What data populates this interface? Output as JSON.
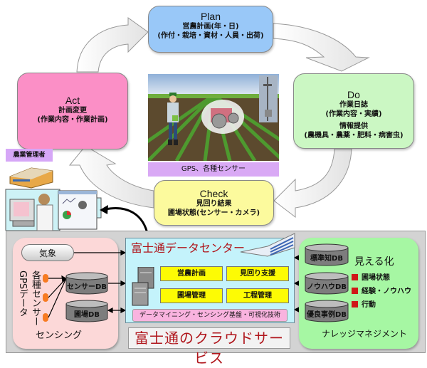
{
  "pdca": {
    "plan": {
      "title": "Plan",
      "line1": "営農計画(年・日)",
      "line2": "(作付・栽培・資材・人員・出荷)"
    },
    "act": {
      "title": "Act",
      "line1": "計画変更",
      "line2": "(作業内容・作業計画)"
    },
    "do": {
      "title": "Do",
      "line1": "作業日誌",
      "line2": "(作業内容・実績)",
      "line3": "情報提供",
      "line4": "(農機具・農薬・肥料・病害虫)"
    },
    "check": {
      "title": "Check",
      "line1": "見回り結果",
      "line2": "圃場状態(センサー・カメラ)"
    }
  },
  "field_photo": {
    "caption": "GPS、各種センサー"
  },
  "manager": {
    "label": "農業管理者"
  },
  "cloud": {
    "title": "富士通のクラウドサービス",
    "sensing": {
      "title": "センシング",
      "weather": "気象",
      "gps_data": "GPSデータ",
      "sensors": "各種センサー",
      "sensor_db": "センサーDB",
      "field_db": "圃場DB"
    },
    "datacenter": {
      "title": "富士通データセンター",
      "modules": [
        "営農計画",
        "見回り支援",
        "圃場管理",
        "工程管理"
      ],
      "platform": "データマイニング・センシング基盤・可視化技術"
    },
    "knowledge": {
      "title": "ナレッジマネジメント",
      "dbs": [
        "標準知DB",
        "ノウハウDB",
        "優良事例DB"
      ],
      "visualization": "見える化",
      "items": [
        "圃場状態",
        "経験・ノウハウ",
        "行動"
      ]
    }
  },
  "colors": {
    "plan": "#99c8f8",
    "act": "#fb8fc6",
    "do": "#cbf7c3",
    "check": "#fcfa9d",
    "accent_red": "#b0161c",
    "module_yellow": "#fdfb04",
    "sensor_dot": "#f77b22"
  }
}
